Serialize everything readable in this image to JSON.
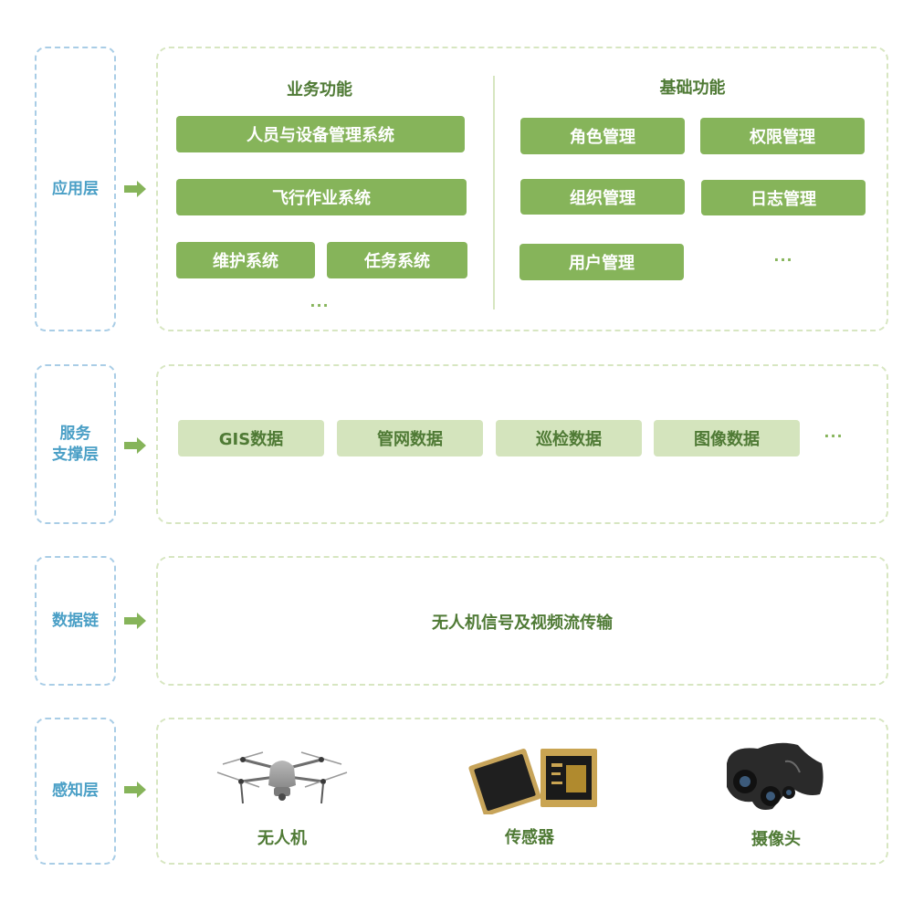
{
  "colors": {
    "label_border": "#a9cde6",
    "label_text": "#4a9fc6",
    "box_border": "#d7e6c1",
    "arrow": "#86b45a",
    "button_dark": "#86b45a",
    "button_light": "#d4e4bd",
    "title_text": "#4f7a35"
  },
  "layers": {
    "application": {
      "label": "应用层",
      "arrow_icon": "arrow-right-icon",
      "business": {
        "title": "业务功能",
        "items": [
          "人员与设备管理系统",
          "飞行作业系统",
          "维护系统",
          "任务系统"
        ],
        "more": "···"
      },
      "basic": {
        "title": "基础功能",
        "items": [
          "角色管理",
          "权限管理",
          "组织管理",
          "日志管理",
          "用户管理"
        ],
        "more": "···"
      }
    },
    "service": {
      "label_line1": "服务",
      "label_line2": "支撑层",
      "arrow_icon": "arrow-right-icon",
      "items": [
        "GIS数据",
        "管网数据",
        "巡检数据",
        "图像数据"
      ],
      "more": "···"
    },
    "datalink": {
      "label": "数据链",
      "arrow_icon": "arrow-right-icon",
      "text": "无人机信号及视频流传输"
    },
    "perception": {
      "label": "感知层",
      "arrow_icon": "arrow-right-icon",
      "devices": [
        {
          "name": "无人机",
          "icon": "drone-icon"
        },
        {
          "name": "传感器",
          "icon": "sensor-chip-icon"
        },
        {
          "name": "摄像头",
          "icon": "camera-icon"
        }
      ]
    }
  }
}
